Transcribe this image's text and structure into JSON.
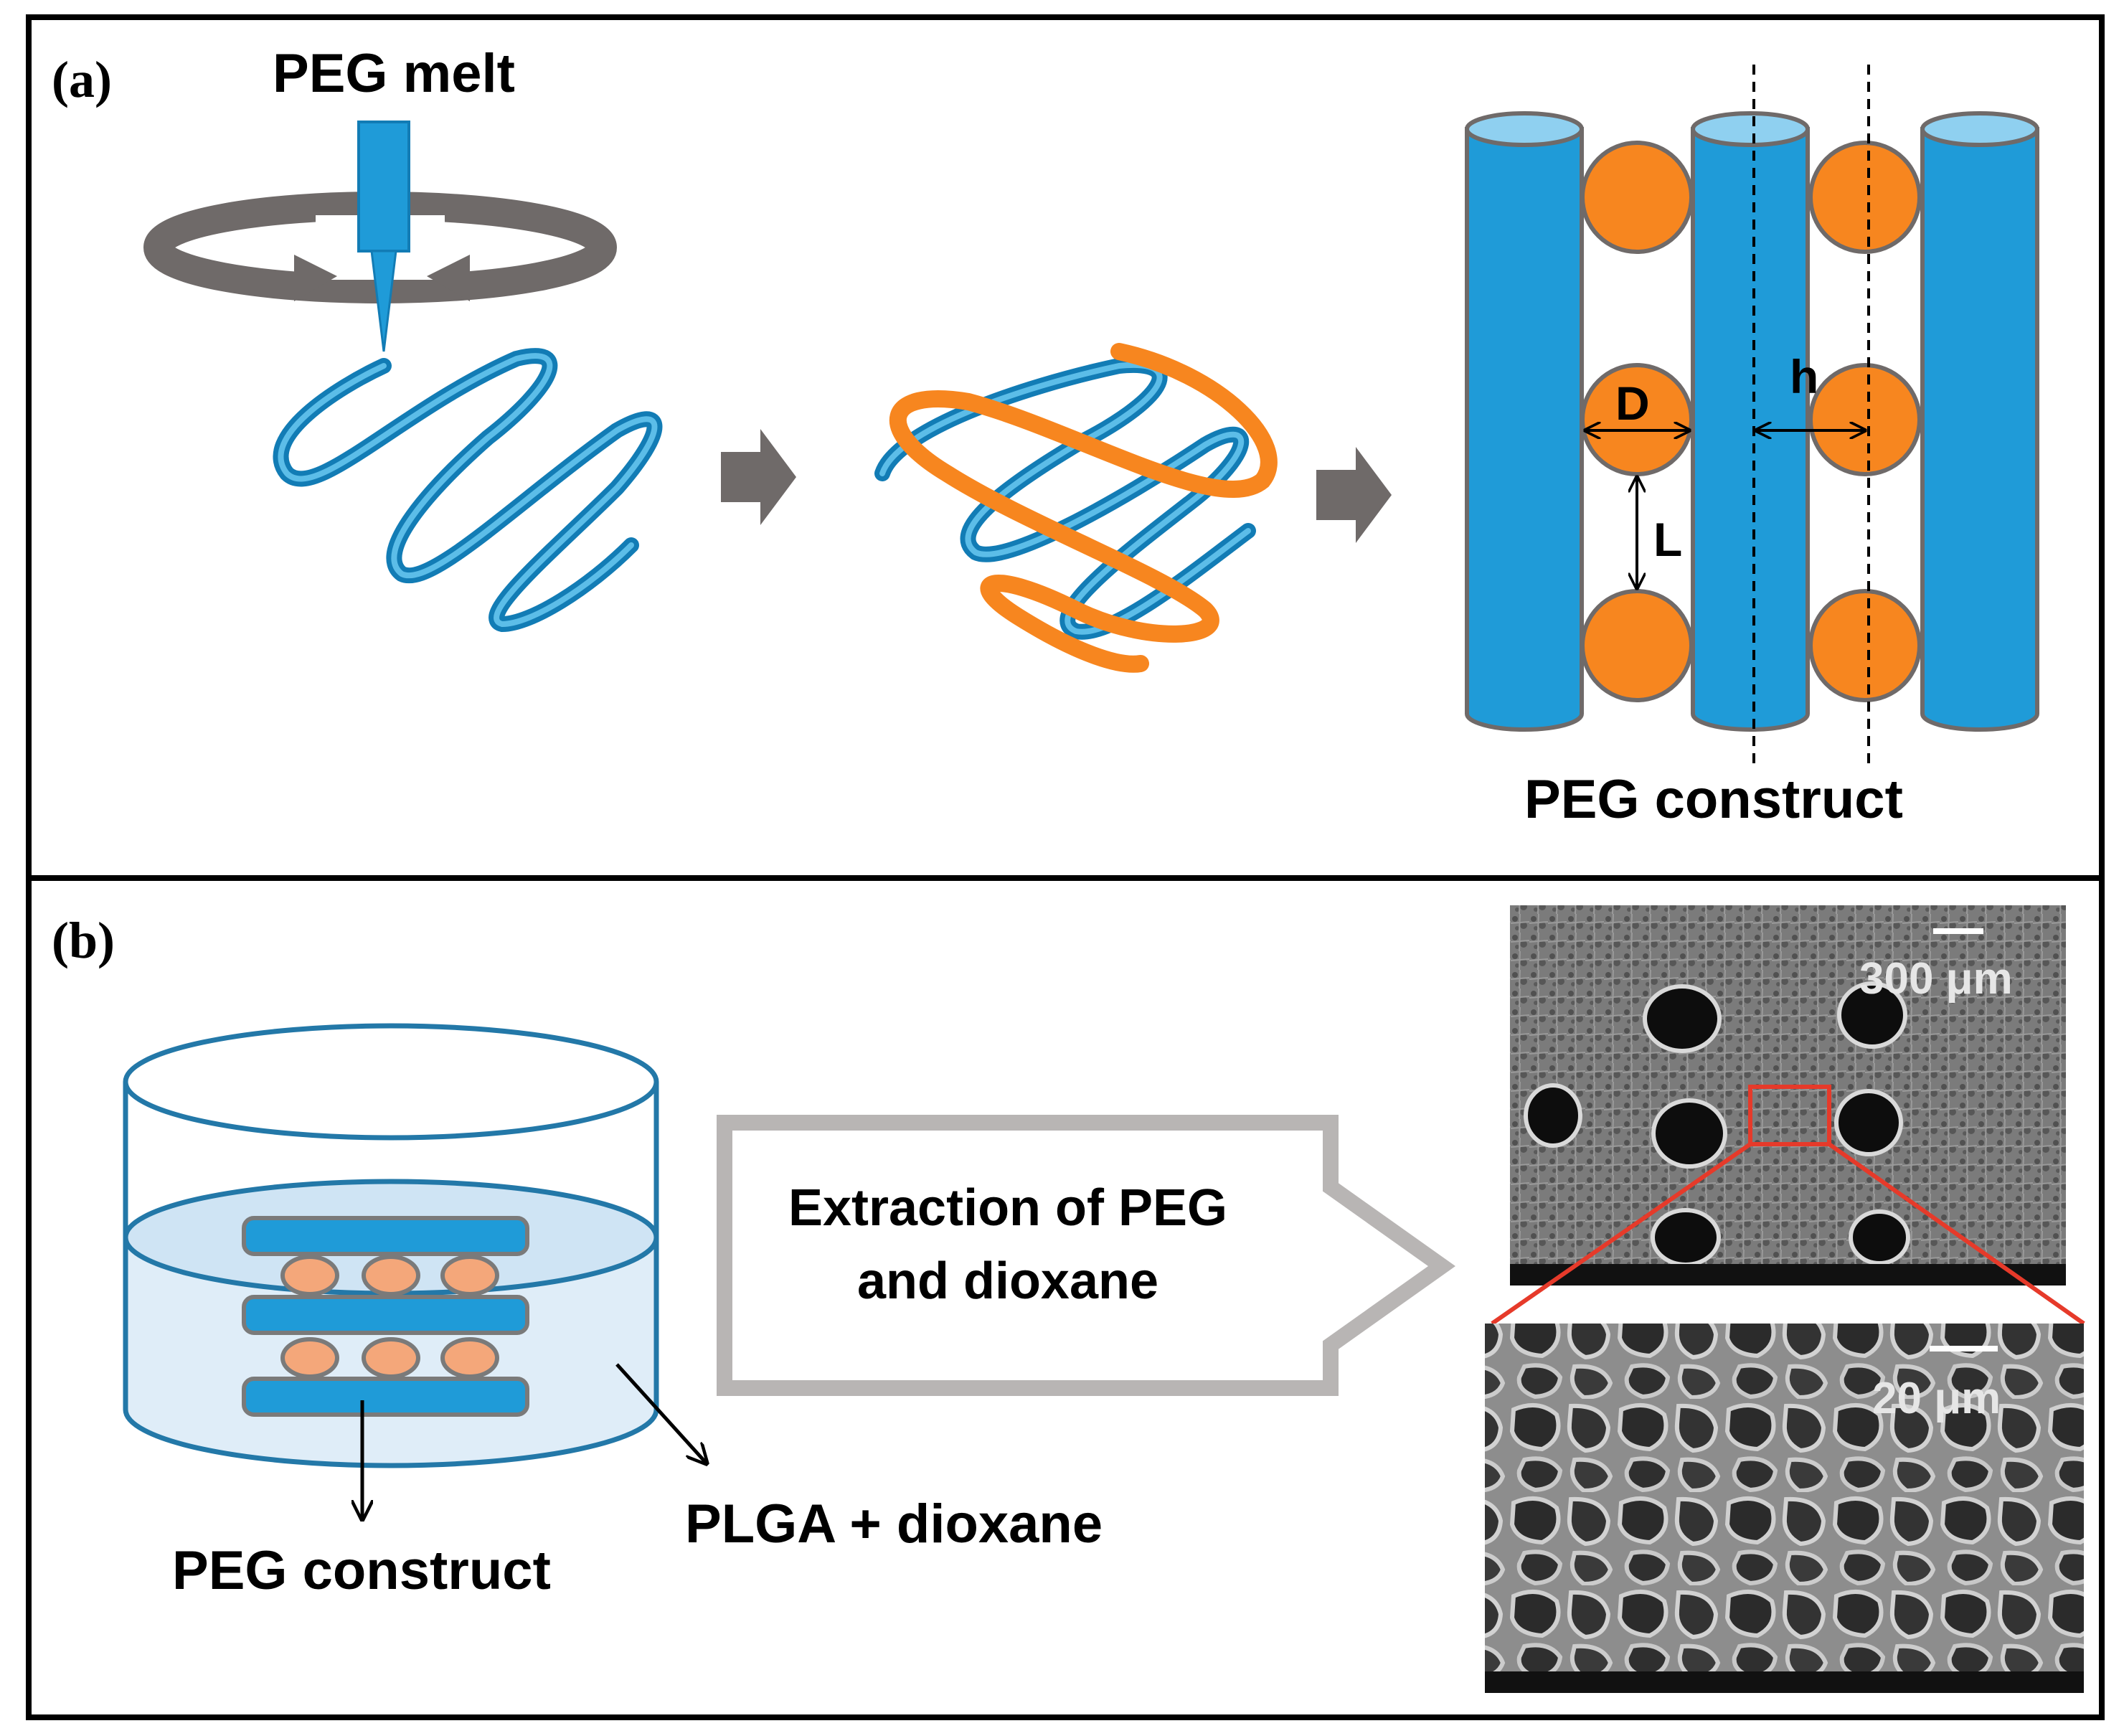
{
  "panel_a": {
    "label": "(a)",
    "peg_melt": "PEG melt",
    "dim_D": "D",
    "dim_h": "h",
    "dim_L": "L",
    "construct_label": "PEG construct"
  },
  "panel_b": {
    "label": "(b)",
    "process_line1": "Extraction of PEG",
    "process_line2": "and dioxane",
    "construct_label": "PEG construct",
    "solution_label": "PLGA + dioxane",
    "scale_top": "300 μm",
    "scale_bottom": "20 μm"
  },
  "colors": {
    "peg_blue": "#1f9bd8",
    "plga_orange": "#f7861f",
    "grey": "#6f6a69",
    "zoom_red": "#e63a2a"
  }
}
